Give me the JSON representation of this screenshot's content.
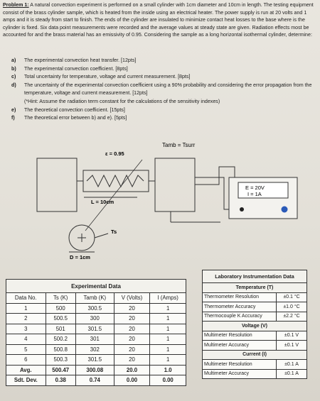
{
  "problem": {
    "label": "Problem 1:",
    "text": "A natural convection experiment is performed on a small cylinder with 1cm diameter and 10cm in length. The testing equipment consist of the brass cylinder sample, which is heated from the inside using an electrical heater. The power supply is run at 20 volts and 1 amps and it is steady from start to finish. The ends of the cylinder are insulated to minimize contact heat losses to the base where is the cylinder is fixed. Six data point measurements were recorded and the average values at steady state are given. Radiation effects most be accounted for and the brass material has an emissivity of 0.95. Considering the sample as a long horizontal isothermal cylinder, determine:"
  },
  "items": [
    {
      "key": "a)",
      "text": "The experimental convection heat transfer. [12pts]"
    },
    {
      "key": "b)",
      "text": "The experimental convection coefficient. [8pts]"
    },
    {
      "key": "c)",
      "text": "Total uncertainty for temperature, voltage and current measurement. [8pts]"
    },
    {
      "key": "d)",
      "text": "The uncertainty of the experimental convection coefficient using a 90% probability and considering the error propagation from the temperature, voltage and current measurement. [12pts]"
    },
    {
      "key": "",
      "text": "(*Hint: Assume the radiation term constant for the calculations of the sensitivity indexes)"
    },
    {
      "key": "e)",
      "text": "The theoretical convection coefficient. [15pts]"
    },
    {
      "key": "f)",
      "text": "The theoretical error between b) and e). [5pts]"
    }
  ],
  "figure": {
    "tamb": "Tamb = Tsurr",
    "emissivity": "ε = 0.95",
    "length": "L = 10cm",
    "ts": "Ts",
    "diameter": "D = 1cm",
    "supply_e": "E = 20V",
    "supply_i": "I = 1A"
  },
  "experimental": {
    "title": "Experimental Data",
    "headers": [
      "Data No.",
      "Ts (K)",
      "Tamb (K)",
      "V (Volts)",
      "I (Amps)"
    ],
    "rows": [
      [
        "1",
        "500",
        "300.5",
        "20",
        "1"
      ],
      [
        "2",
        "500.5",
        "300",
        "20",
        "1"
      ],
      [
        "3",
        "501",
        "301.5",
        "20",
        "1"
      ],
      [
        "4",
        "500.2",
        "301",
        "20",
        "1"
      ],
      [
        "5",
        "500.8",
        "302",
        "20",
        "1"
      ],
      [
        "6",
        "500.3",
        "301.5",
        "20",
        "1"
      ],
      [
        "Avg.",
        "500.47",
        "300.08",
        "20.0",
        "1.0"
      ],
      [
        "Sdt. Dev.",
        "0.38",
        "0.74",
        "0.00",
        "0.00"
      ]
    ]
  },
  "lab": {
    "title": "Laboratory Instrumentation Data",
    "sections": [
      {
        "name": "Temperature (T)",
        "rows": [
          [
            "Thermometer Resolution",
            "±0.1 °C"
          ],
          [
            "Thermometer Accuracy",
            "±1.0 °C"
          ],
          [
            "Thermocouple K Accuracy",
            "±2.2 °C"
          ]
        ]
      },
      {
        "name": "Voltage (V)",
        "rows": [
          [
            "Multimeter Resolution",
            "±0.1 V"
          ],
          [
            "Multimeter Accuracy",
            "±0.1 V"
          ]
        ]
      },
      {
        "name": "Current (I)",
        "rows": [
          [
            "Multimeter Resolution",
            "±0.1 A"
          ],
          [
            "Multimeter Accuracy",
            "±0.1 A"
          ]
        ]
      }
    ]
  }
}
